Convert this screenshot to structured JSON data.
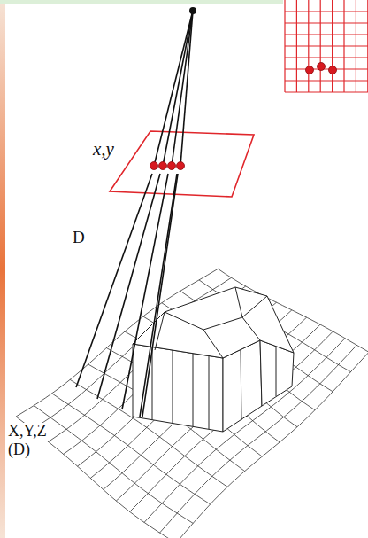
{
  "diagram": {
    "labels": [
      "x,y",
      "D",
      "X,Y,Z",
      "(D)"
    ]
  }
}
